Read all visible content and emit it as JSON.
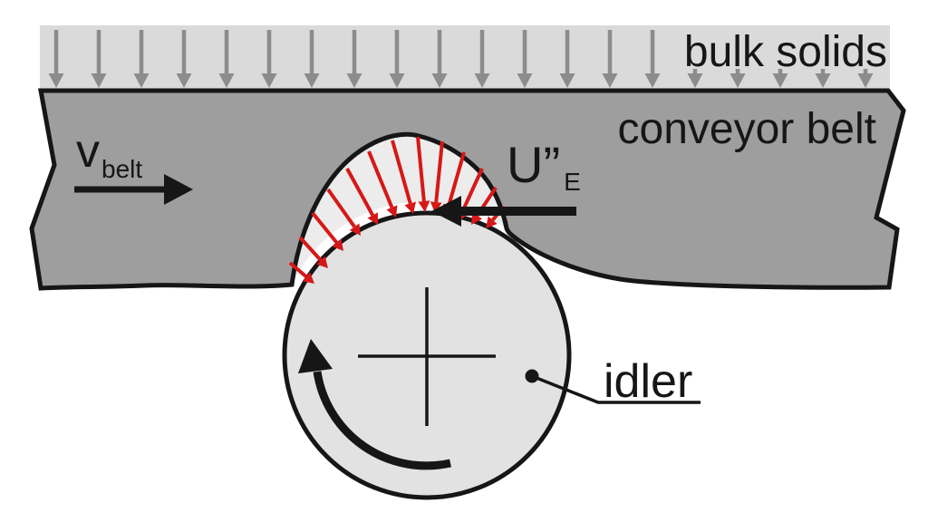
{
  "labels": {
    "bulk_solids": "bulk solids",
    "conveyor_belt": "conveyor belt",
    "belt_velocity_base": "v",
    "belt_velocity_sub": "belt",
    "indentation_force_base": "U",
    "indentation_force_prime": "”",
    "indentation_force_sub": "E",
    "idler": "idler"
  },
  "colors": {
    "background": "#ffffff",
    "bulk_solids_fill": "#dadada",
    "load_arrow_gray": "#8c8c8c",
    "belt_fill": "#9e9e9e",
    "outline_black": "#161616",
    "idler_fill": "#e2e2e2",
    "pocket_fill": "#ececec",
    "pressure_red": "#d61818",
    "label_black": "#161616"
  },
  "figure": {
    "load_arrow_count": 20,
    "pressure_arrow_count": 13
  }
}
